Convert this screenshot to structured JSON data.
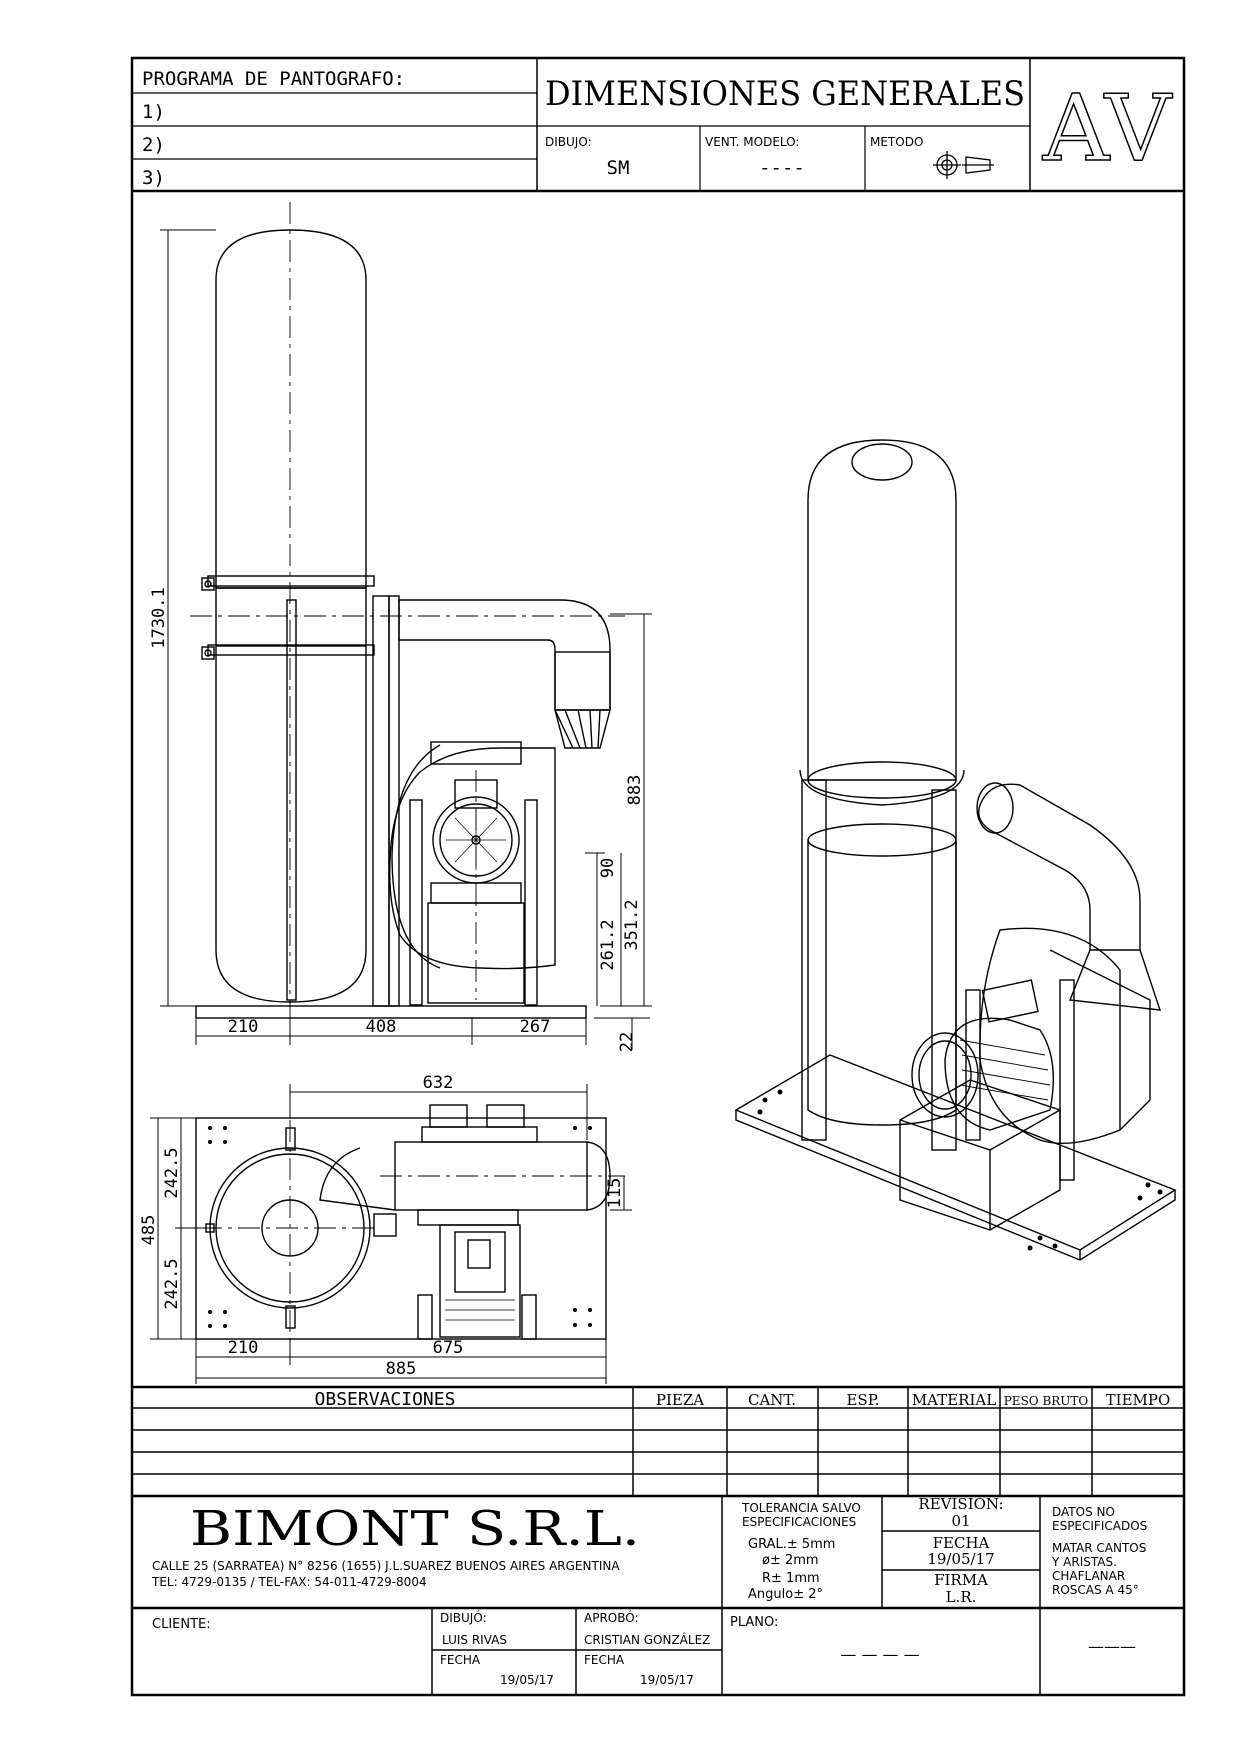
{
  "header": {
    "program_title": "PROGRAMA DE PANTOGRAFO:",
    "program_lines": [
      "1)",
      "2)",
      "3)"
    ],
    "title": "DIMENSIONES GENERALES",
    "drawing_label": "DIBUJO:",
    "drawing_value": "SM",
    "model_label": "VENT. MODELO:",
    "model_value": "----",
    "method_label": "METODO",
    "method_icon": "projection-symbol-icon",
    "code": "AV"
  },
  "dimensions": {
    "total_height": "1730.1",
    "height_883": "883",
    "height_90": "90",
    "height_351": "351.2",
    "height_261": "261.2",
    "base_22": "22",
    "front_210": "210",
    "front_408": "408",
    "front_267": "267",
    "top_632": "632",
    "top_485": "485",
    "top_242a": "242.5",
    "top_242b": "242.5",
    "top_115": "115",
    "top_210": "210",
    "top_675": "675",
    "top_885": "885"
  },
  "parts_table": {
    "observations_label": "OBSERVACIONES",
    "columns": [
      "PIEZA",
      "CANT.",
      "ESP.",
      "MATERIAL",
      "PESO BRUTO",
      "TIEMPO"
    ]
  },
  "company": {
    "name": "BIMONT S.R.L.",
    "address": "CALLE 25 (SARRATEA) N° 8256 (1655) J.L.SUAREZ BUENOS AIRES ARGENTINA",
    "phone": "TEL: 4729-0135 / TEL-FAX: 54-011-4729-8004"
  },
  "tolerance": {
    "title_1": "TOLERANCIA SALVO",
    "title_2": "ESPECIFICACIONES",
    "general": "GRAL.± 5mm",
    "diameter": "ø± 2mm",
    "radius": "R± 1mm",
    "angle": "Angulo± 2°"
  },
  "revision": {
    "label": "REVISION:",
    "value": "01",
    "date_label": "FECHA",
    "date_value": "19/05/17",
    "sign_label": "FIRMA",
    "sign_value": "L.R."
  },
  "notes": {
    "title_1": "DATOS NO",
    "title_2": "ESPECIFICADOS",
    "lines": [
      "MATAR CANTOS",
      "Y ARISTAS.",
      "CHAFLANAR",
      "ROSCAS A 45°"
    ]
  },
  "footer": {
    "client_label": "CLIENTE:",
    "drawn_label": "DIBUJÓ:",
    "drawn_value": "LUIS RIVAS",
    "drawn_date_label": "FECHA",
    "drawn_date_value": "19/05/17",
    "approved_label": "APROBÓ:",
    "approved_value": "CRISTIAN GONZÁLEZ",
    "approved_date_label": "FECHA",
    "approved_date_value": "19/05/17",
    "plan_label": "PLANO:",
    "plan_value": "— — — —",
    "last_value": "———"
  }
}
